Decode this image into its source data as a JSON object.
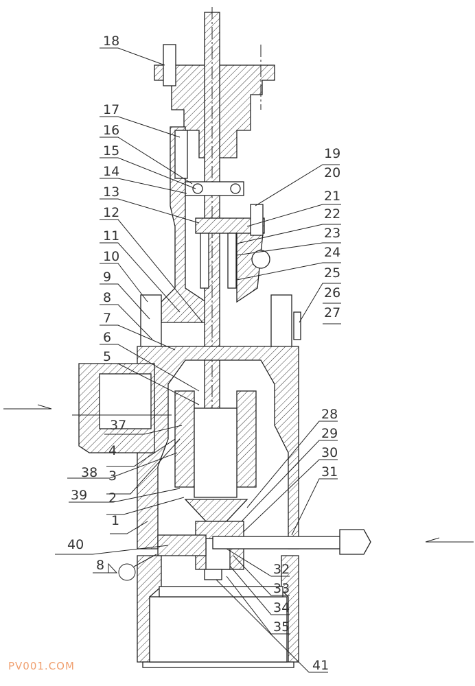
{
  "title": "Valve assembly cross-section drawing",
  "left_labels": [
    "18",
    "17",
    "16",
    "15",
    "14",
    "13",
    "12",
    "11",
    "10",
    "9",
    "8",
    "7",
    "6",
    "5",
    "37",
    "4",
    "38",
    "3",
    "39",
    "2",
    "1",
    "40"
  ],
  "right_labels": [
    "19",
    "20",
    "21",
    "22",
    "23",
    "24",
    "25",
    "26",
    "27",
    "28",
    "29",
    "30",
    "31",
    "32",
    "33",
    "34",
    "35",
    "41"
  ],
  "weld_symbol": "8",
  "watermark": "PV001.COM"
}
